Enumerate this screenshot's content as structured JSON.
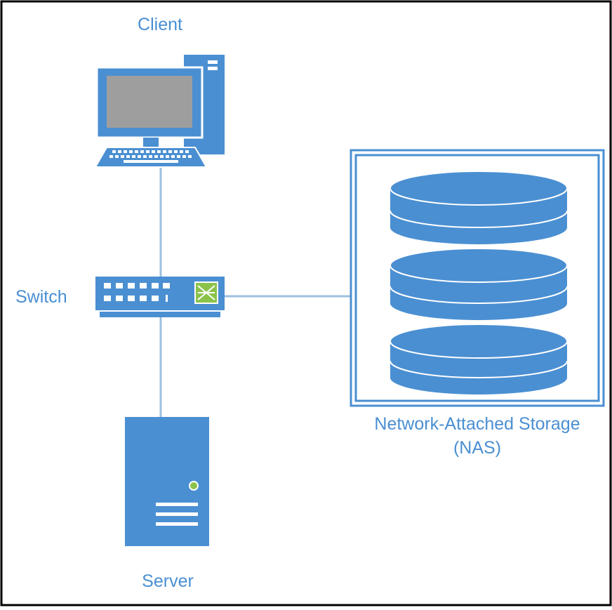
{
  "colors": {
    "primary": "#4a8fd2",
    "line": "#9dc0e0",
    "label": "#4a8fd2",
    "border": "#000000",
    "screen": "#9e9e9e",
    "led": "#8bc34a"
  },
  "labels": {
    "client": "Client",
    "switch": "Switch",
    "server": "Server",
    "nas_line1": "Network-Attached Storage",
    "nas_line2": "(NAS)"
  },
  "icons": {
    "client": "desktop-computer-icon",
    "switch": "network-switch-icon",
    "server": "server-tower-icon",
    "nas": "disk-stack-icon"
  }
}
